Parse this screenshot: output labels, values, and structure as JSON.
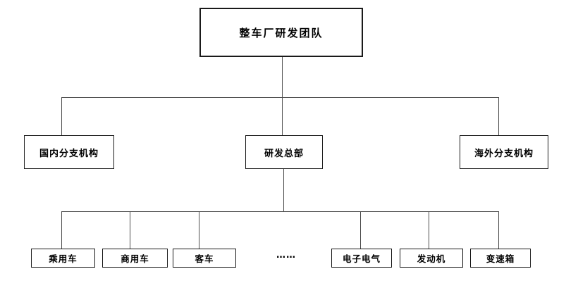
{
  "diagram": {
    "type": "org-chart",
    "root": {
      "label": "整车厂研发团队"
    },
    "level2": [
      {
        "label": "国内分支机构"
      },
      {
        "label": "研发总部"
      },
      {
        "label": "海外分支机构"
      }
    ],
    "level3": [
      {
        "label": "乘用车"
      },
      {
        "label": "商用车"
      },
      {
        "label": "客车"
      },
      {
        "label": "电子电气"
      },
      {
        "label": "发动机"
      },
      {
        "label": "变速箱"
      }
    ],
    "ellipsis": "……",
    "colors": {
      "line": "#4d4d4d",
      "border": "#1a1a1a",
      "background": "#ffffff",
      "text": "#000000"
    }
  }
}
